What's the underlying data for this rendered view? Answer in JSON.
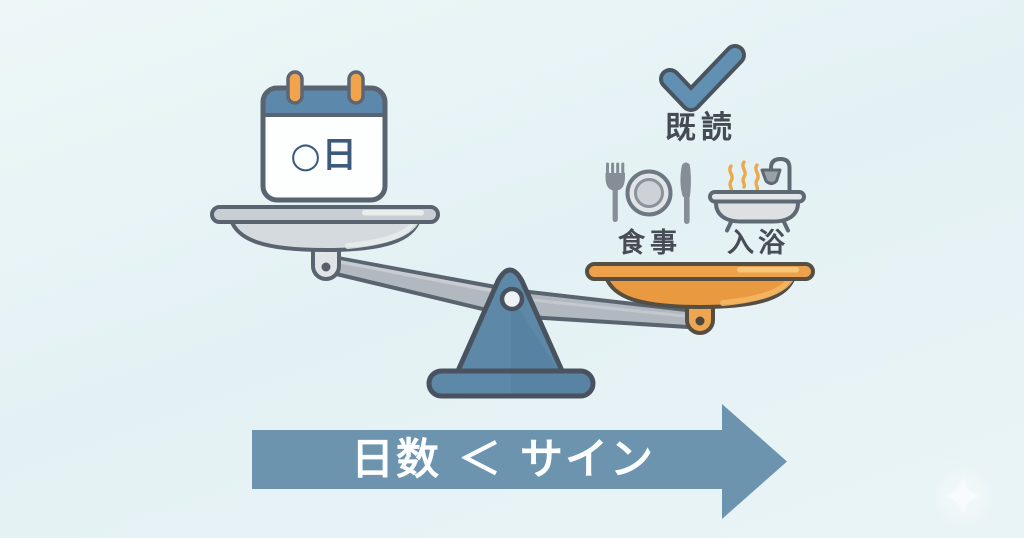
{
  "colors": {
    "background": "#e8f4f6",
    "outline_gray": "#5a6470",
    "outline_orange_pan": "#544e43",
    "steel_blue": "#5d88a8",
    "arrow_blue": "#6d94af",
    "check_blue": "#6290b3",
    "calendar_header_blue": "#5c88ac",
    "calendar_text_navy": "#3c5b7b",
    "pan_gray": "#d4dade",
    "pan_orange": "#e9993f",
    "ring_orange": "#f2a44c",
    "steam_orange": "#eba94e",
    "icon_gray": "#858d96",
    "label_dark": "#474d54",
    "banner_text": "#fdfeff"
  },
  "scale": {
    "left_pan": {
      "position": "up",
      "item": "calendar",
      "calendar_label": "○日"
    },
    "right_pan": {
      "position": "down",
      "read_label": "既読",
      "meal_label": "食事",
      "bath_label": "入浴"
    }
  },
  "banner": {
    "text": "日数 ＜ サイン"
  },
  "icons": {
    "calendar": "calendar-icon",
    "checkmark": "checkmark-icon",
    "meal": "fork-plate-knife-icon",
    "bath": "bathtub-shower-icon",
    "steam": "steam-icon",
    "arrow": "right-arrow-banner",
    "sparkle": "sparkle-icon"
  }
}
